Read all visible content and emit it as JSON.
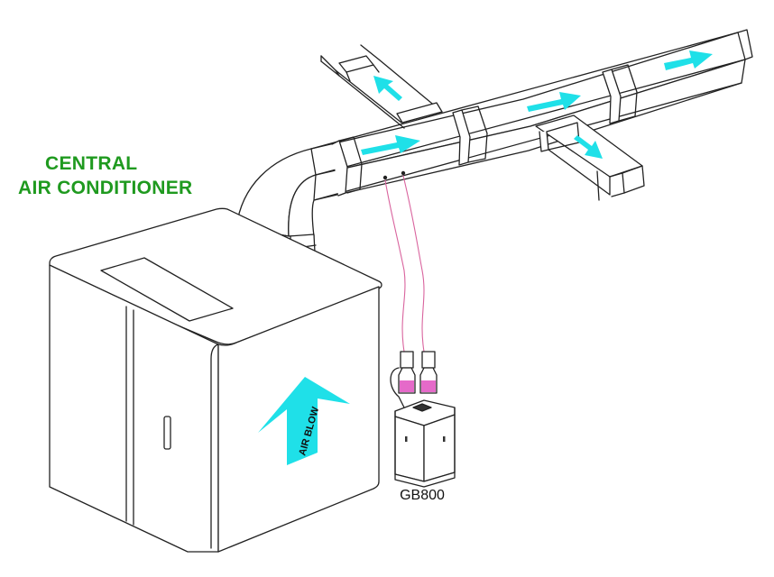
{
  "title": {
    "line1": "CENTRAL",
    "line2": "AIR CONDITIONER"
  },
  "ac_unit": {
    "arrow_label": "AIR BLOW"
  },
  "device": {
    "label": "GB800"
  },
  "colors": {
    "title_green": "#1f9a1f",
    "arrow_cyan": "#1fe0e8",
    "tube_pink": "#d9649e",
    "liquid_magenta": "#e050c0",
    "line": "#222222"
  }
}
